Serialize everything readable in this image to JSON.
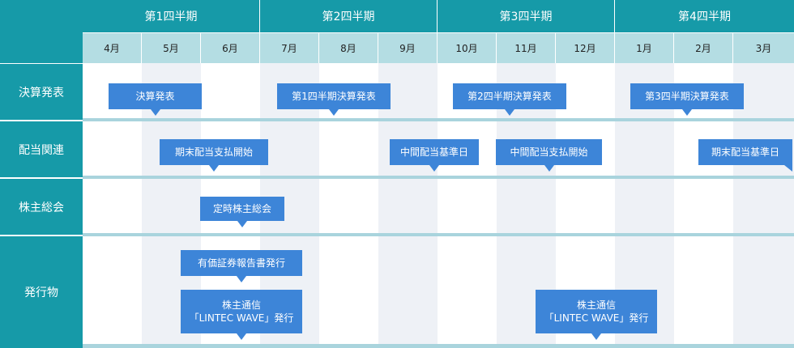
{
  "quarters": [
    "第1四半期",
    "第2四半期",
    "第3四半期",
    "第4四半期"
  ],
  "months": [
    "4月",
    "5月",
    "6月",
    "7月",
    "8月",
    "9月",
    "10月",
    "11月",
    "12月",
    "1月",
    "2月",
    "3月"
  ],
  "rows": {
    "earnings": "決算発表",
    "dividends": "配当関連",
    "agm": "株主総会",
    "publications": "発行物"
  },
  "events": {
    "earnings_annual": "決算発表",
    "earnings_q1": "第1四半期決算発表",
    "earnings_q2": "第2四半期決算発表",
    "earnings_q3": "第3四半期決算発表",
    "div_yearend_pay": "期末配当支払開始",
    "div_interim_record": "中間配当基準日",
    "div_interim_pay": "中間配当支払開始",
    "div_yearend_record": "期末配当基準日",
    "agm_ordinary": "定時株主総会",
    "pub_securities_report": "有価証券報告書発行",
    "pub_newsletter_1": [
      "株主通信",
      "「LINTEC WAVE」発行"
    ],
    "pub_newsletter_2": [
      "株主通信",
      "「LINTEC WAVE」発行"
    ]
  },
  "colors": {
    "header": "#169aa8",
    "month_header": "#b4dde3",
    "band": "#eef1f6",
    "separator": "#a9d4dd",
    "event": "#3d85d8"
  }
}
